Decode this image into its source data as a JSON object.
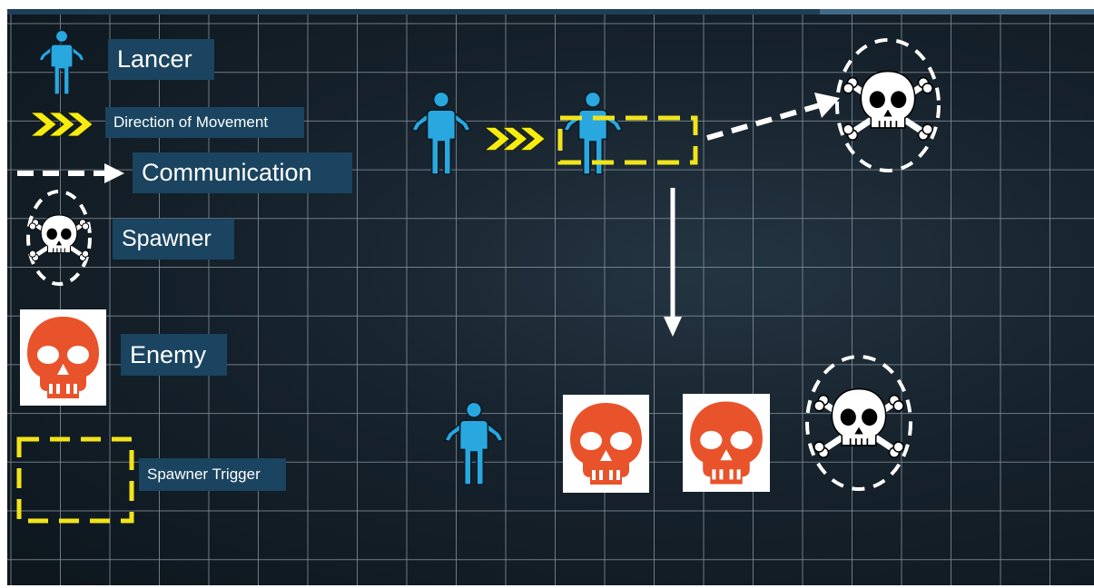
{
  "legend": {
    "lancer": {
      "label": "Lancer",
      "icon": "person-icon"
    },
    "direction": {
      "label": "Direction of Movement",
      "icon": "chevron-arrows-icon"
    },
    "communication": {
      "label": "Communication",
      "icon": "dashed-arrow-icon"
    },
    "spawner": {
      "label": "Spawner",
      "icon": "skull-crossbones-icon"
    },
    "enemy": {
      "label": "Enemy",
      "icon": "skull-icon"
    },
    "spawner_trigger": {
      "label": "Spawner Trigger",
      "icon": "dashed-rectangle-icon"
    }
  },
  "colors": {
    "background": "#121d26",
    "grid_line": "#8f9aa3",
    "label_bg": "#1a4460",
    "lancer": "#29a8e0",
    "chevron": "#f7ec12",
    "trigger": "#f2e41b",
    "enemy": "#e8532b",
    "white": "#ffffff"
  }
}
